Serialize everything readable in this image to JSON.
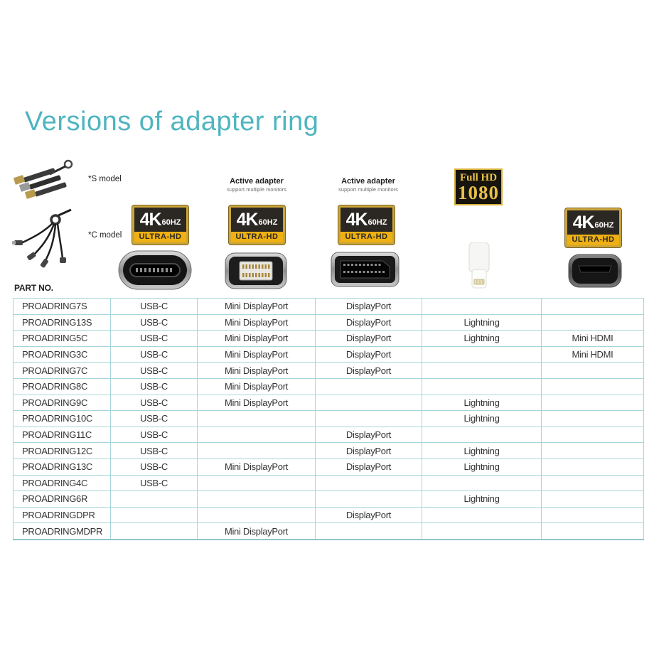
{
  "page": {
    "title": "Versions of adapter ring"
  },
  "models": {
    "s_label": "*S model",
    "c_label": "*C model"
  },
  "labels": {
    "active_adapter_title": "Active adapter",
    "active_adapter_subtitle": "support multiple monitors",
    "part_no": "PART NO."
  },
  "badges": {
    "uhd": {
      "big": "4K",
      "freq": "60HZ",
      "strip": "ULTRA-HD"
    },
    "fullhd": {
      "line1": "Full HD",
      "line2": "1080"
    }
  },
  "connectors": [
    "USB-C",
    "Mini DisplayPort",
    "DisplayPort",
    "Lightning",
    "Mini HDMI"
  ],
  "colors": {
    "title_teal": "#4fb5c0",
    "table_border": "#a6d6da",
    "badge_gold": "#eeb012",
    "badge_dark": "#2b2823",
    "fullhd_gold": "#e7c04a"
  },
  "table": {
    "column_keys": [
      "part",
      "usbc",
      "minidp",
      "dp",
      "lightning",
      "minihdmi"
    ],
    "rows": [
      {
        "part": "PROADRING7S",
        "usbc": "USB-C",
        "minidp": "Mini DisplayPort",
        "dp": "DisplayPort",
        "lightning": "",
        "minihdmi": ""
      },
      {
        "part": "PROADRING13S",
        "usbc": "USB-C",
        "minidp": "Mini DisplayPort",
        "dp": "DisplayPort",
        "lightning": "Lightning",
        "minihdmi": ""
      },
      {
        "part": "PROADRING5C",
        "usbc": "USB-C",
        "minidp": "Mini DisplayPort",
        "dp": "DisplayPort",
        "lightning": "Lightning",
        "minihdmi": "Mini HDMI"
      },
      {
        "part": "PROADRING3C",
        "usbc": "USB-C",
        "minidp": "Mini DisplayPort",
        "dp": "DisplayPort",
        "lightning": "",
        "minihdmi": "Mini HDMI"
      },
      {
        "part": "PROADRING7C",
        "usbc": "USB-C",
        "minidp": "Mini DisplayPort",
        "dp": "DisplayPort",
        "lightning": "",
        "minihdmi": ""
      },
      {
        "part": "PROADRING8C",
        "usbc": "USB-C",
        "minidp": "Mini DisplayPort",
        "dp": "",
        "lightning": "",
        "minihdmi": ""
      },
      {
        "part": "PROADRING9C",
        "usbc": "USB-C",
        "minidp": "Mini DisplayPort",
        "dp": "",
        "lightning": "Lightning",
        "minihdmi": ""
      },
      {
        "part": "PROADRING10C",
        "usbc": "USB-C",
        "minidp": "",
        "dp": "",
        "lightning": "Lightning",
        "minihdmi": ""
      },
      {
        "part": "PROADRING11C",
        "usbc": "USB-C",
        "minidp": "",
        "dp": "DisplayPort",
        "lightning": "",
        "minihdmi": ""
      },
      {
        "part": "PROADRING12C",
        "usbc": "USB-C",
        "minidp": "",
        "dp": "DisplayPort",
        "lightning": "Lightning",
        "minihdmi": ""
      },
      {
        "part": "PROADRING13C",
        "usbc": "USB-C",
        "minidp": "Mini DisplayPort",
        "dp": "DisplayPort",
        "lightning": "Lightning",
        "minihdmi": ""
      },
      {
        "part": "PROADRING4C",
        "usbc": "USB-C",
        "minidp": "",
        "dp": "",
        "lightning": "",
        "minihdmi": ""
      },
      {
        "part": "PROADRING6R",
        "usbc": "",
        "minidp": "",
        "dp": "",
        "lightning": "Lightning",
        "minihdmi": ""
      },
      {
        "part": "PROADRINGDPR",
        "usbc": "",
        "minidp": "",
        "dp": "DisplayPort",
        "lightning": "",
        "minihdmi": ""
      },
      {
        "part": "PROADRINGMDPR",
        "usbc": "",
        "minidp": "Mini DisplayPort",
        "dp": "",
        "lightning": "",
        "minihdmi": ""
      }
    ]
  }
}
